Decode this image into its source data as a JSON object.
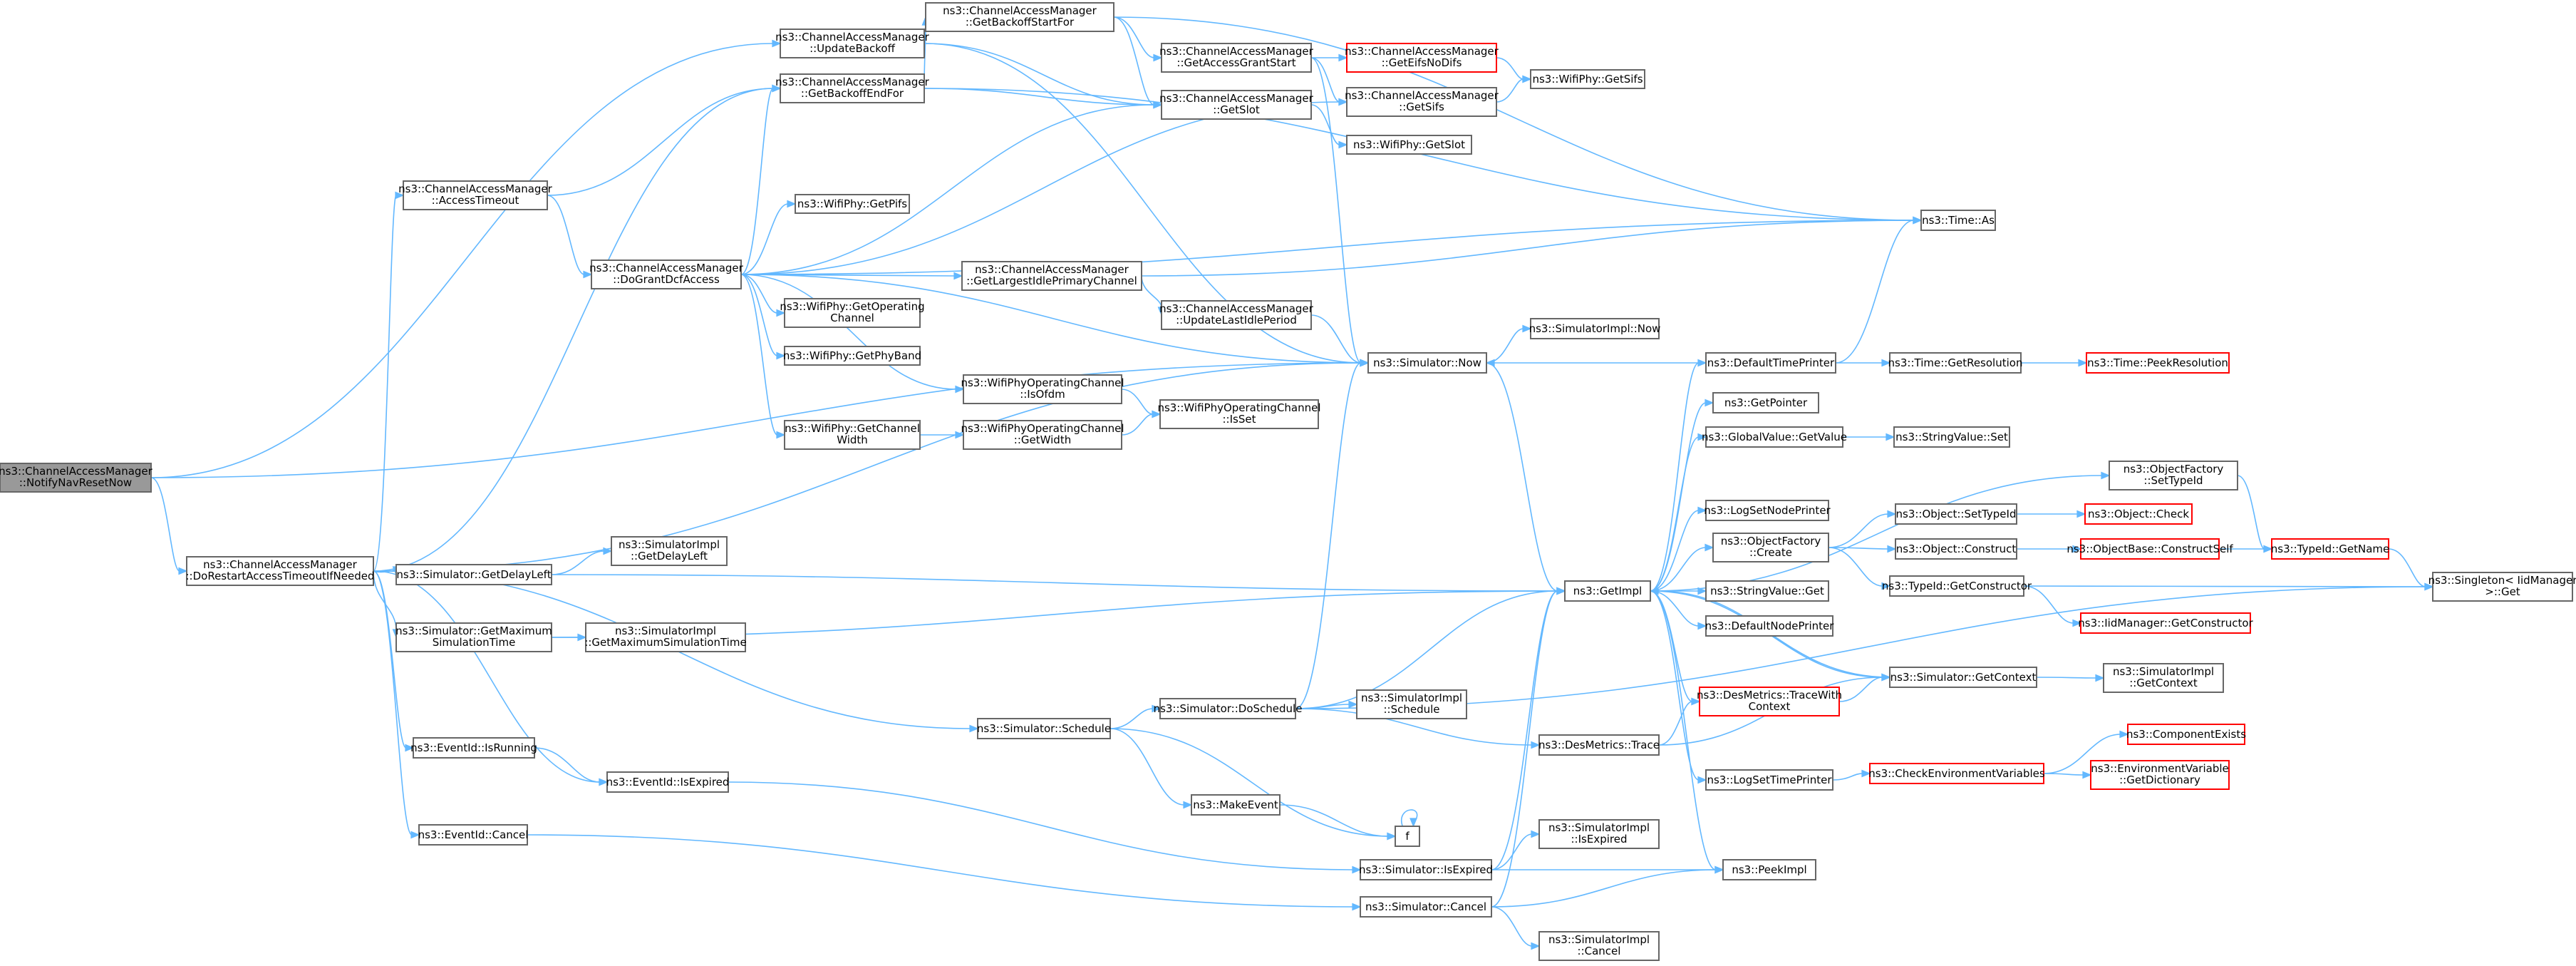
{
  "graph": {
    "colors": {
      "edge": "#63b8ff",
      "node_border": "#666666",
      "node_border_truncated": "#ff0000",
      "root_fill": "#999999",
      "node_fill": "#ffffff"
    },
    "nodes": {
      "notifyNavResetNow": [
        "ns3::ChannelAccessManager",
        "::NotifyNavResetNow"
      ],
      "doRestart": [
        "ns3::ChannelAccessManager",
        "::DoRestartAccessTimeoutIfNeeded"
      ],
      "accessTimeout": [
        "ns3::ChannelAccessManager",
        "::AccessTimeout"
      ],
      "updateBackoff": [
        "ns3::ChannelAccessManager",
        "::UpdateBackoff"
      ],
      "getBackoffEndFor": [
        "ns3::ChannelAccessManager",
        "::GetBackoffEndFor"
      ],
      "getBackoffStartFor": [
        "ns3::ChannelAccessManager",
        "::GetBackoffStartFor"
      ],
      "getAccessGrantStart": [
        "ns3::ChannelAccessManager",
        "::GetAccessGrantStart"
      ],
      "getEifsNoDifs": [
        "ns3::ChannelAccessManager",
        "::GetEifsNoDifs"
      ],
      "wifiGetSifs": [
        "ns3::WifiPhy::GetSifs"
      ],
      "getSlot": [
        "ns3::ChannelAccessManager",
        "::GetSlot"
      ],
      "getSifs": [
        "ns3::ChannelAccessManager",
        "::GetSifs"
      ],
      "wifiGetSlot": [
        "ns3::WifiPhy::GetSlot"
      ],
      "timeAs": [
        "ns3::Time::As"
      ],
      "wifiGetPifs": [
        "ns3::WifiPhy::GetPifs"
      ],
      "doGrantDcfAccess": [
        "ns3::ChannelAccessManager",
        "::DoGrantDcfAccess"
      ],
      "getLargestIdle": [
        "ns3::ChannelAccessManager",
        "::GetLargestIdlePrimaryChannel"
      ],
      "updateLastIdle": [
        "ns3::ChannelAccessManager",
        "::UpdateLastIdlePeriod"
      ],
      "getOperatingChannel": [
        "ns3::WifiPhy::GetOperating",
        "Channel"
      ],
      "getPhyBand": [
        "ns3::WifiPhy::GetPhyBand"
      ],
      "isOfdm": [
        "ns3::WifiPhyOperatingChannel",
        "::IsOfdm"
      ],
      "isSet": [
        "ns3::WifiPhyOperatingChannel",
        "::IsSet"
      ],
      "getChannelWidth": [
        "ns3::WifiPhy::GetChannel",
        "Width"
      ],
      "getWidth": [
        "ns3::WifiPhyOperatingChannel",
        "::GetWidth"
      ],
      "simNow": [
        "ns3::Simulator::Now"
      ],
      "simImplNow": [
        "ns3::SimulatorImpl::Now"
      ],
      "defaultTimePrinter": [
        "ns3::DefaultTimePrinter"
      ],
      "timeGetResolution": [
        "ns3::Time::GetResolution"
      ],
      "peekResolution": [
        "ns3::Time::PeekResolution"
      ],
      "getPointer": [
        "ns3::GetPointer"
      ],
      "globalGetValue": [
        "ns3::GlobalValue::GetValue"
      ],
      "stringValueSet": [
        "ns3::StringValue::Set"
      ],
      "objectFactorySetTypeId": [
        "ns3::ObjectFactory",
        "::SetTypeId"
      ],
      "logSetNodePrinter": [
        "ns3::LogSetNodePrinter"
      ],
      "objectSetTypeId": [
        "ns3::Object::SetTypeId"
      ],
      "objectCheck": [
        "ns3::Object::Check"
      ],
      "objectFactoryCreate": [
        "ns3::ObjectFactory",
        "::Create"
      ],
      "objectConstruct": [
        "ns3::Object::Construct"
      ],
      "constructSelf": [
        "ns3::ObjectBase::ConstructSelf"
      ],
      "typeIdGetName": [
        "ns3::TypeId::GetName"
      ],
      "getImpl": [
        "ns3::GetImpl"
      ],
      "stringValueGet": [
        "ns3::StringValue::Get"
      ],
      "typeIdGetConstructor": [
        "ns3::TypeId::GetConstructor"
      ],
      "singletonGet": [
        "ns3::Singleton< IidManager",
        " >::Get"
      ],
      "iidGetConstructor": [
        "ns3::IidManager::GetConstructor"
      ],
      "defaultNodePrinter": [
        "ns3::DefaultNodePrinter"
      ],
      "getDelayLeft": [
        "ns3::Simulator::GetDelayLeft"
      ],
      "implGetDelayLeft": [
        "ns3::SimulatorImpl",
        "::GetDelayLeft"
      ],
      "getMaxSimTime": [
        "ns3::Simulator::GetMaximum",
        "SimulationTime"
      ],
      "implGetMaxSimTime": [
        "ns3::SimulatorImpl",
        "::GetMaximumSimulationTime"
      ],
      "simGetContext": [
        "ns3::Simulator::GetContext"
      ],
      "implGetContext": [
        "ns3::SimulatorImpl",
        "::GetContext"
      ],
      "traceWithContext": [
        "ns3::DesMetrics::TraceWith",
        "Context"
      ],
      "simSchedule": [
        "ns3::Simulator::Schedule"
      ],
      "simDoSchedule": [
        "ns3::Simulator::DoSchedule"
      ],
      "implSchedule": [
        "ns3::SimulatorImpl",
        "::Schedule"
      ],
      "desTrace": [
        "ns3::DesMetrics::Trace"
      ],
      "componentExists": [
        "ns3::ComponentExists"
      ],
      "eventIsRunning": [
        "ns3::EventId::IsRunning"
      ],
      "logSetTimePrinter": [
        "ns3::LogSetTimePrinter"
      ],
      "checkEnvVars": [
        "ns3::CheckEnvironmentVariables"
      ],
      "envGetDictionary": [
        "ns3::EnvironmentVariable",
        "::GetDictionary"
      ],
      "eventIsExpired": [
        "ns3::EventId::IsExpired"
      ],
      "makeEvent": [
        "ns3::MakeEvent"
      ],
      "f": [
        "f"
      ],
      "implIsExpired": [
        "ns3::SimulatorImpl",
        "::IsExpired"
      ],
      "eventCancel": [
        "ns3::EventId::Cancel"
      ],
      "simIsExpired": [
        "ns3::Simulator::IsExpired"
      ],
      "peekImpl": [
        "ns3::PeekImpl"
      ],
      "simCancel": [
        "ns3::Simulator::Cancel"
      ],
      "implCancel": [
        "ns3::SimulatorImpl",
        "::Cancel"
      ]
    }
  }
}
